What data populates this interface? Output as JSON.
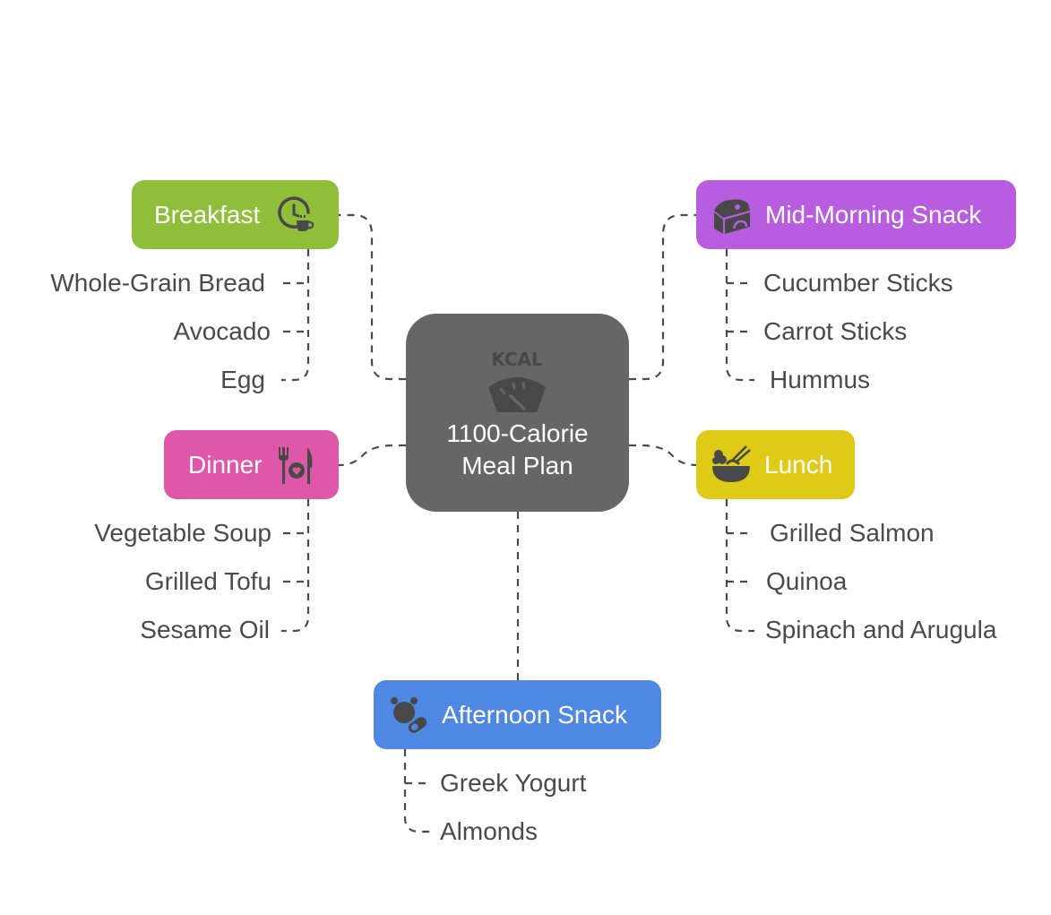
{
  "center": {
    "title_line1": "1100-Calorie",
    "title_line2": "Meal Plan",
    "icon": "kcal-scale-icon",
    "color": "#666666"
  },
  "connector_color": "#4a4a4a",
  "item_text_color": "#4a4a4a",
  "meals": {
    "breakfast": {
      "label": "Breakfast",
      "color": "#8fbf3a",
      "icon": "clock-coffee-icon",
      "items": [
        "Whole-Grain Bread",
        "Avocado",
        "Egg"
      ]
    },
    "mid_morning": {
      "label": "Mid-Morning Snack",
      "color": "#b85ce0",
      "icon": "cheese-icon",
      "items": [
        "Cucumber Sticks",
        "Carrot Sticks",
        "Hummus"
      ]
    },
    "dinner": {
      "label": "Dinner",
      "color": "#de57a8",
      "icon": "fork-plate-knife-icon",
      "items": [
        "Vegetable Soup",
        "Grilled Tofu",
        "Sesame Oil"
      ]
    },
    "lunch": {
      "label": "Lunch",
      "color": "#dfca18",
      "icon": "bowl-chopsticks-icon",
      "items": [
        "Grilled Salmon",
        "Quinoa",
        "Spinach and Arugula"
      ]
    },
    "afternoon": {
      "label": "Afternoon Snack",
      "color": "#4f88e3",
      "icon": "alarm-pill-icon",
      "items": [
        "Greek Yogurt",
        "Almonds"
      ]
    }
  }
}
